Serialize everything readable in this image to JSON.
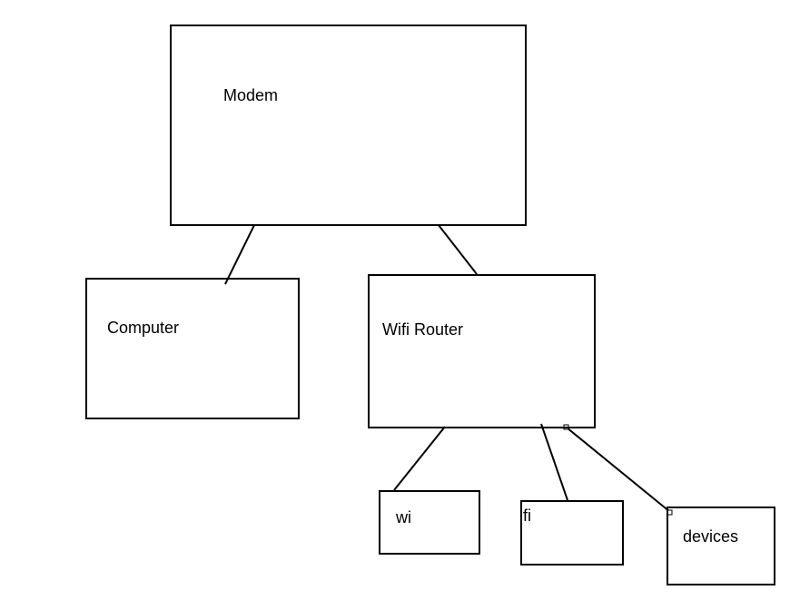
{
  "nodes": {
    "modem": {
      "label": "Modem"
    },
    "computer": {
      "label": "Computer"
    },
    "router": {
      "label": "Wifi Router"
    },
    "wi": {
      "label": "wi"
    },
    "fi": {
      "label": "fi"
    },
    "devices": {
      "label": "devices"
    }
  },
  "edges": [
    {
      "from": "modem",
      "to": "computer"
    },
    {
      "from": "modem",
      "to": "router"
    },
    {
      "from": "router",
      "to": "wi"
    },
    {
      "from": "router",
      "to": "fi"
    },
    {
      "from": "router",
      "to": "devices"
    }
  ],
  "colors": {
    "stroke": "#000000",
    "background": "#ffffff"
  }
}
